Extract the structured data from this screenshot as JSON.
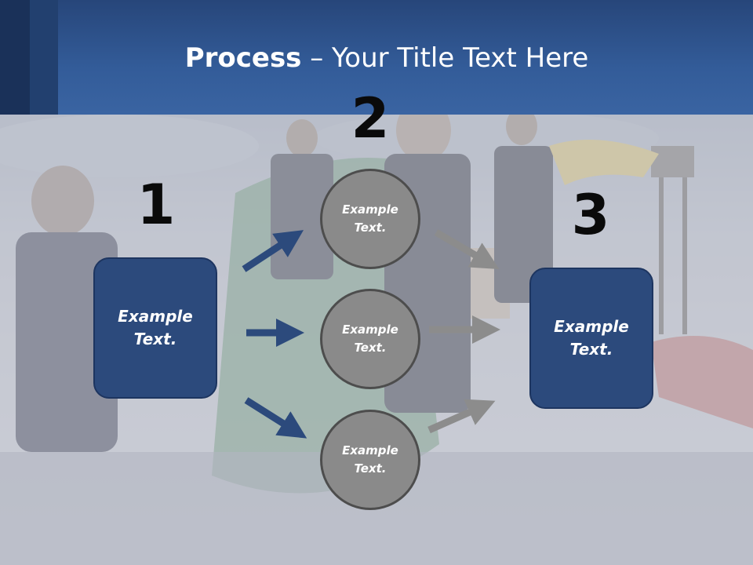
{
  "slide": {
    "title_bold": "Process",
    "title_rest": " – Your Title Text Here"
  },
  "steps": {
    "one": {
      "number": "1",
      "text": "Example Text."
    },
    "two": {
      "number": "2"
    },
    "three": {
      "number": "3",
      "text": "Example Text."
    }
  },
  "circles": [
    {
      "text": "Example Text."
    },
    {
      "text": "Example Text."
    },
    {
      "text": "Example Text."
    }
  ],
  "colors": {
    "header": "#335c99",
    "box": "#2c4a7c",
    "circle": "#8a8a8a",
    "arrow_blue": "#2c4a7c",
    "arrow_gray": "#8c8c8c"
  }
}
